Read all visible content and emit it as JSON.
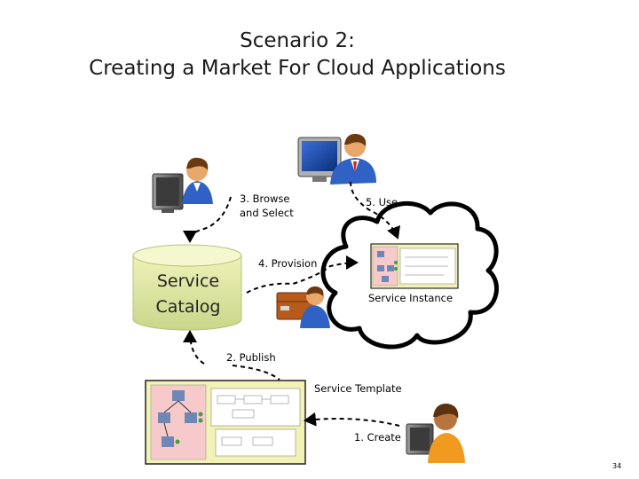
{
  "title": {
    "line1": "Scenario 2:",
    "line2": "Creating a Market For Cloud Applications"
  },
  "nodes": {
    "catalog_line1": "Service",
    "catalog_line2": "Catalog",
    "service_instance": "Service Instance",
    "service_template": "Service Template"
  },
  "steps": {
    "create": "1. Create",
    "publish": "2. Publish",
    "browse_line1": "3. Browse",
    "browse_line2": "and Select",
    "provision": "4. Provision",
    "use": "5. Use"
  },
  "page_number": "34",
  "colors": {
    "catalog_top": "#f5f7cf",
    "catalog_body": "#d9e3a0",
    "template_frame": "#f2f2b6",
    "template_pink": "#f6caca",
    "node_blue": "#6f87b5",
    "node_green": "#3aa33a",
    "shirt_blue": "#2f62c4",
    "shirt_orange": "#f09a1f"
  }
}
